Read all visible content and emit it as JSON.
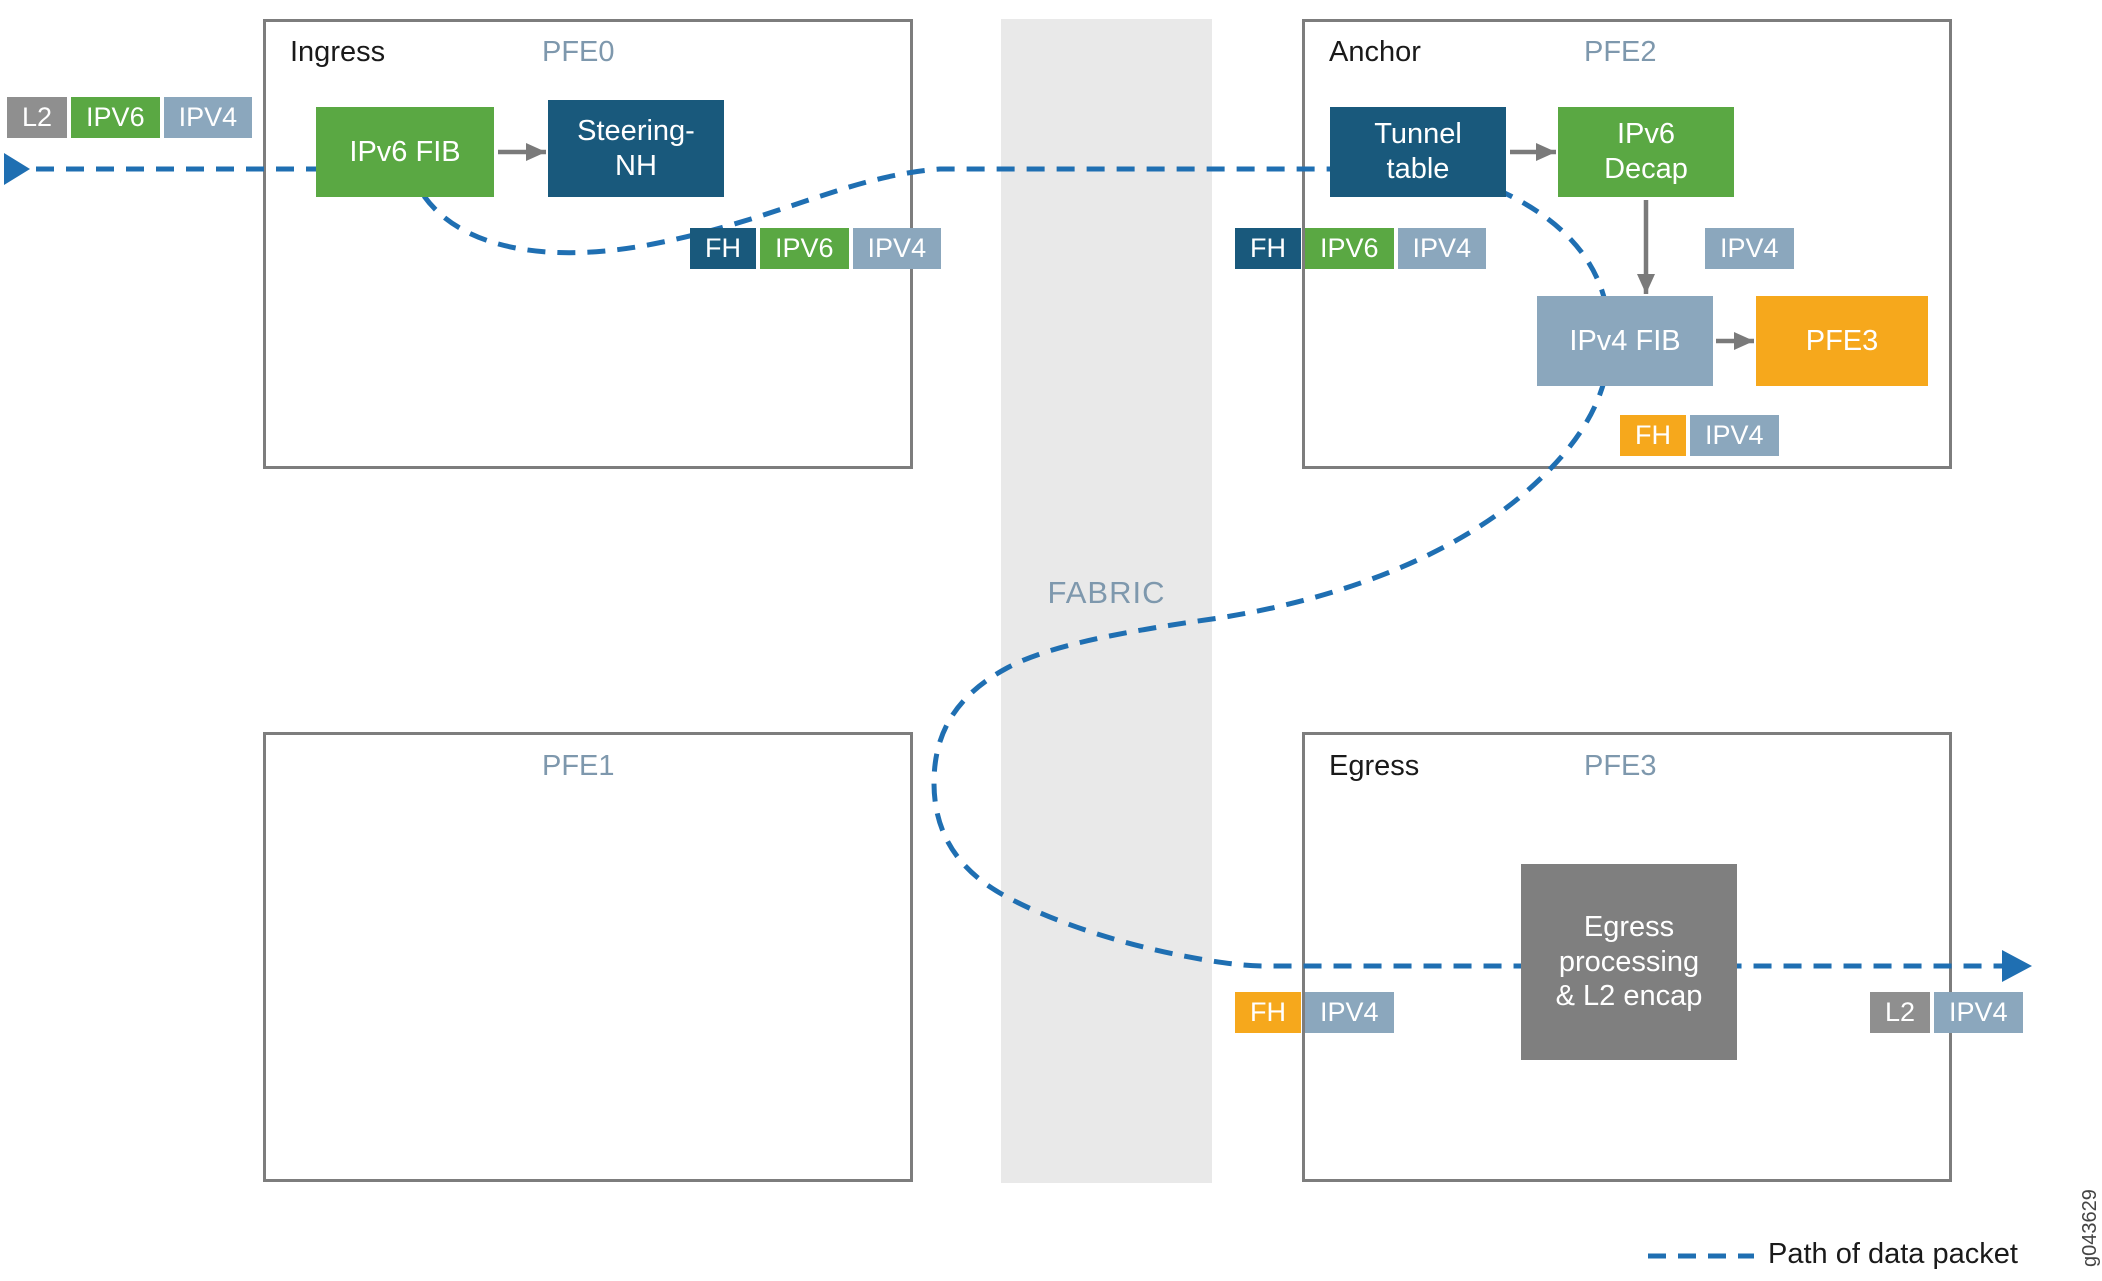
{
  "colors": {
    "green": "#5aa843",
    "navy": "#19597c",
    "slate": "#8ba7bd",
    "orange": "#f6a81c",
    "chip_gray": "#8f8f8f",
    "box_gray": "#7f7f7f",
    "border_gray": "#7d7d7d",
    "fabric_bg": "#e9e9e9",
    "path_blue": "#1f6fb2",
    "pfe_label_blue": "#7e98ad"
  },
  "regions": {
    "pfe0": {
      "role": "Ingress",
      "name": "PFE0"
    },
    "pfe1": {
      "name": "PFE1"
    },
    "pfe2": {
      "role": "Anchor",
      "name": "PFE2"
    },
    "pfe3": {
      "role": "Egress",
      "name": "PFE3"
    },
    "fabric": {
      "label": "FABRIC"
    }
  },
  "nodes": {
    "ipv6_fib": {
      "label": "IPv6 FIB"
    },
    "steering_nh": {
      "lines": [
        "Steering-",
        "NH"
      ]
    },
    "tunnel_table": {
      "lines": [
        "Tunnel",
        "table"
      ]
    },
    "ipv6_decap": {
      "lines": [
        "IPv6",
        "Decap"
      ]
    },
    "ipv4_fib": {
      "label": "IPv4 FIB"
    },
    "pfe3_target": {
      "label": "PFE3"
    },
    "egress_processing": {
      "lines": [
        "Egress",
        "processing",
        "& L2 encap"
      ]
    }
  },
  "packets": {
    "ingress_in": [
      {
        "label": "L2"
      },
      {
        "label": "IPV6"
      },
      {
        "label": "IPV4"
      }
    ],
    "ingress_out": [
      {
        "label": "FH"
      },
      {
        "label": "IPV6"
      },
      {
        "label": "IPV4"
      }
    ],
    "anchor_in": [
      {
        "label": "FH"
      },
      {
        "label": "IPV6"
      },
      {
        "label": "IPV4"
      }
    ],
    "decap_out": [
      {
        "label": "IPV4"
      }
    ],
    "anchor_out": [
      {
        "label": "FH"
      },
      {
        "label": "IPV4"
      }
    ],
    "egress_in": [
      {
        "label": "FH"
      },
      {
        "label": "IPV4"
      }
    ],
    "egress_out": [
      {
        "label": "L2"
      },
      {
        "label": "IPV4"
      }
    ]
  },
  "legend": {
    "label": "Path of data packet"
  },
  "watermark": "g043629"
}
